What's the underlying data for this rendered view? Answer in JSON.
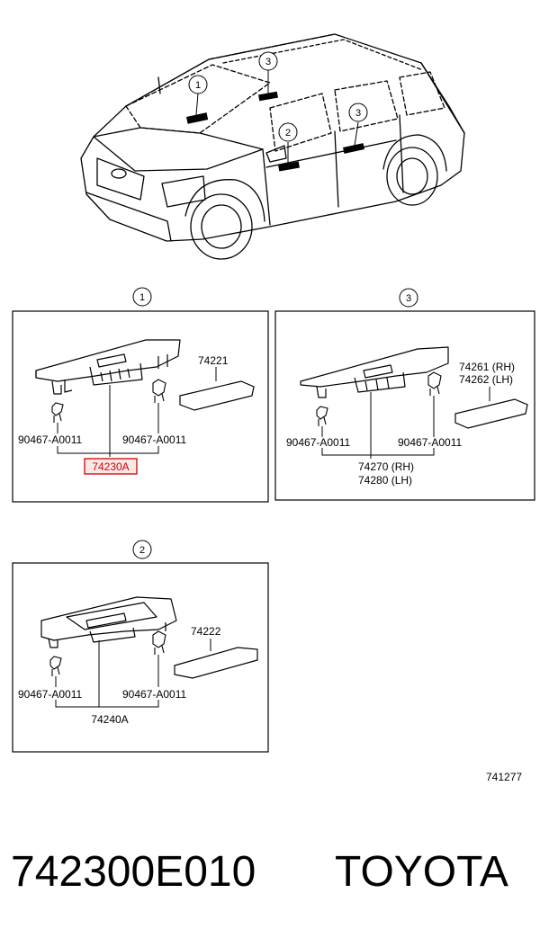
{
  "callouts": {
    "c1": "1",
    "c2": "2",
    "c3": "3"
  },
  "panels": {
    "p1": {
      "callout": "1",
      "clip_left": "90467-A0011",
      "clip_right": "90467-A0011",
      "bezel": "74221",
      "assembly": "74230A",
      "assembly_highlight_color": "#d00000"
    },
    "p3": {
      "callout": "3",
      "clip_left": "90467-A0011",
      "clip_right": "90467-A0011",
      "bezel_rh": "74261 (RH)",
      "bezel_lh": "74262 (LH)",
      "assembly_rh": "74270 (RH)",
      "assembly_lh": "74280 (LH)"
    },
    "p2": {
      "callout": "2",
      "clip_left": "90467-A0011",
      "clip_right": "90467-A0011",
      "bezel": "74222",
      "assembly": "74240A"
    }
  },
  "diagram_id": "741277",
  "footer": {
    "part_number": "742300E010",
    "brand": "TOYOTA"
  }
}
